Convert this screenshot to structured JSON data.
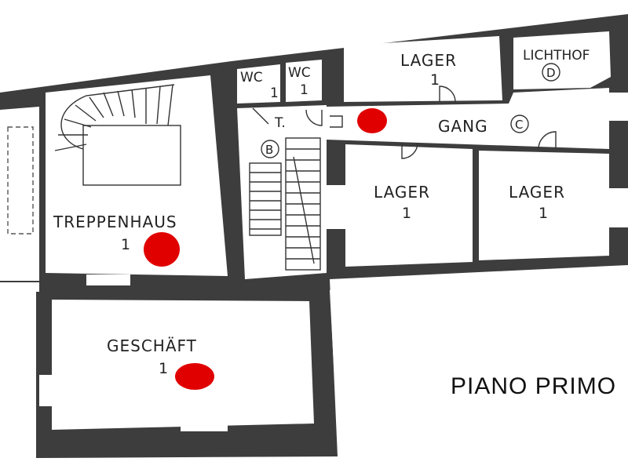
{
  "rooms": {
    "treppenhaus": {
      "name": "TREPPENHAUS",
      "number": "1"
    },
    "geschaeft": {
      "name": "GESCHÄFT",
      "number": "1"
    },
    "wc_left": {
      "name": "WC",
      "number": "1"
    },
    "wc_right": {
      "name": "WC",
      "number": "1"
    },
    "lager_top": {
      "name": "LAGER",
      "number": "1"
    },
    "lichthof": {
      "name": "LICHTHOF",
      "symbol": "D"
    },
    "gang": {
      "name": "GANG",
      "symbol": "C"
    },
    "lager_mid": {
      "name": "LAGER",
      "number": "1"
    },
    "lager_right": {
      "name": "LAGER",
      "number": "1"
    },
    "stair_b": {
      "symbol": "B"
    },
    "small_t": {
      "name": "T."
    }
  },
  "floor_title": "PIANO PRIMO",
  "colors": {
    "wall": "#3d3d3d",
    "marker": "#e00000"
  },
  "markers": [
    "treppenhaus",
    "geschaeft",
    "gang"
  ]
}
